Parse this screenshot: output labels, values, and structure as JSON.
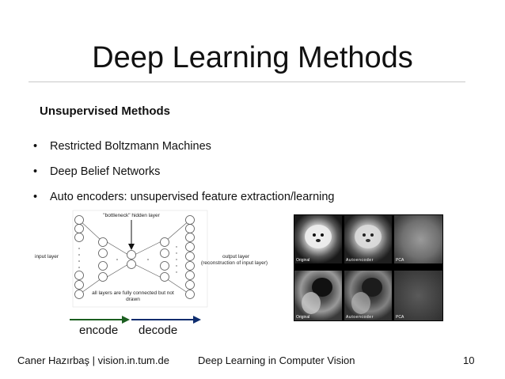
{
  "slide": {
    "title": "Deep Learning Methods",
    "section_heading": "Unsupervised Methods",
    "bullets": [
      "Restricted Boltzmann Machines",
      "Deep Belief Networks",
      "Auto encoders: unsupervised feature extraction/learning"
    ]
  },
  "diagram": {
    "bottleneck_label": "\"bottleneck\" hidden layer",
    "input_label": "input layer",
    "output_label_line1": "output layer",
    "output_label_line2": "(reconstruction of input layer)",
    "note_line1": "all layers are fully connected but not",
    "note_line2": "drawn"
  },
  "image_panel": {
    "row_labels": [
      "Original",
      "Autoencoder",
      "PCA"
    ]
  },
  "arrows": {
    "encode_label": "encode",
    "decode_label": "decode",
    "encode_color": "#1b5e20",
    "decode_color": "#0d2c6e"
  },
  "footer": {
    "author": "Caner Hazırbaş | vision.in.tum.de",
    "course": "Deep Learning in Computer Vision",
    "page": "10"
  }
}
